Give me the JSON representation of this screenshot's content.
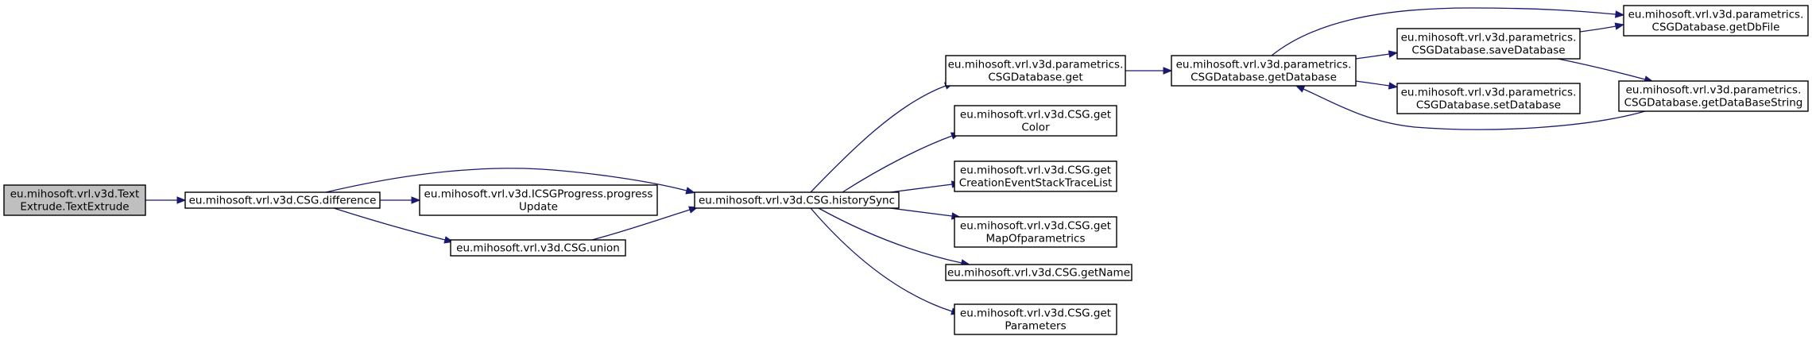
{
  "diagram": {
    "type": "call-graph",
    "nodes": [
      {
        "id": "n0",
        "lines": [
          "eu.mihosoft.vrl.v3d.Text",
          "Extrude.TextExtrude"
        ],
        "highlight": true
      },
      {
        "id": "n1",
        "lines": [
          "eu.mihosoft.vrl.v3d.CSG.difference"
        ]
      },
      {
        "id": "n2",
        "lines": [
          "eu.mihosoft.vrl.v3d.ICSGProgress.progress",
          "Update"
        ]
      },
      {
        "id": "n3",
        "lines": [
          "eu.mihosoft.vrl.v3d.CSG.union"
        ]
      },
      {
        "id": "n4",
        "lines": [
          "eu.mihosoft.vrl.v3d.CSG.historySync"
        ]
      },
      {
        "id": "n5",
        "lines": [
          "eu.mihosoft.vrl.v3d.parametrics.",
          "CSGDatabase.get"
        ]
      },
      {
        "id": "n6",
        "lines": [
          "eu.mihosoft.vrl.v3d.CSG.get",
          "Color"
        ]
      },
      {
        "id": "n7",
        "lines": [
          "eu.mihosoft.vrl.v3d.CSG.get",
          "CreationEventStackTraceList"
        ]
      },
      {
        "id": "n8",
        "lines": [
          "eu.mihosoft.vrl.v3d.CSG.get",
          "MapOfparametrics"
        ]
      },
      {
        "id": "n9",
        "lines": [
          "eu.mihosoft.vrl.v3d.CSG.getName"
        ]
      },
      {
        "id": "n10",
        "lines": [
          "eu.mihosoft.vrl.v3d.CSG.get",
          "Parameters"
        ]
      },
      {
        "id": "n11",
        "lines": [
          "eu.mihosoft.vrl.v3d.parametrics.",
          "CSGDatabase.getDatabase"
        ]
      },
      {
        "id": "n12",
        "lines": [
          "eu.mihosoft.vrl.v3d.parametrics.",
          "CSGDatabase.saveDatabase"
        ]
      },
      {
        "id": "n13",
        "lines": [
          "eu.mihosoft.vrl.v3d.parametrics.",
          "CSGDatabase.setDatabase"
        ]
      },
      {
        "id": "n14",
        "lines": [
          "eu.mihosoft.vrl.v3d.parametrics.",
          "CSGDatabase.getDbFile"
        ]
      },
      {
        "id": "n15",
        "lines": [
          "eu.mihosoft.vrl.v3d.parametrics.",
          "CSGDatabase.getDataBaseString"
        ]
      }
    ],
    "edges": [
      {
        "from": "n0",
        "to": "n1"
      },
      {
        "from": "n1",
        "to": "n4"
      },
      {
        "from": "n1",
        "to": "n2"
      },
      {
        "from": "n1",
        "to": "n3"
      },
      {
        "from": "n3",
        "to": "n4"
      },
      {
        "from": "n4",
        "to": "n5"
      },
      {
        "from": "n4",
        "to": "n6"
      },
      {
        "from": "n4",
        "to": "n7"
      },
      {
        "from": "n4",
        "to": "n8"
      },
      {
        "from": "n4",
        "to": "n9"
      },
      {
        "from": "n4",
        "to": "n10"
      },
      {
        "from": "n5",
        "to": "n11"
      },
      {
        "from": "n11",
        "to": "n14"
      },
      {
        "from": "n11",
        "to": "n12"
      },
      {
        "from": "n11",
        "to": "n13"
      },
      {
        "from": "n12",
        "to": "n14"
      },
      {
        "from": "n12",
        "to": "n15"
      },
      {
        "from": "n15",
        "to": "n11"
      }
    ]
  }
}
